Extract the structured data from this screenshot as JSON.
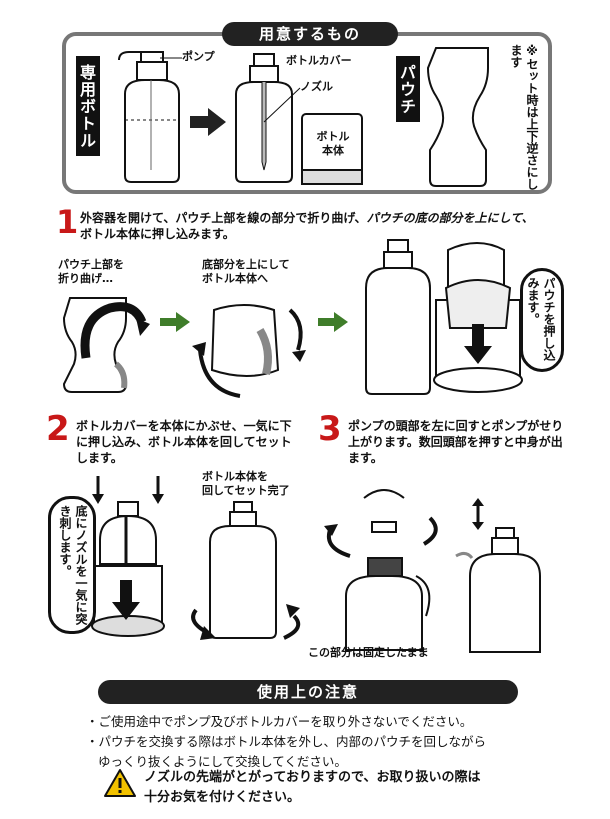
{
  "prep": {
    "title": "用意するもの",
    "bottle_label": "専用ボトル",
    "pump": "ポンプ",
    "bottle_cover": "ボトルカバー",
    "nozzle": "ノズル",
    "bottle_body": "ボトル\n本体",
    "pouch_label": "パウチ",
    "note": "※セット時は上下逆さにします"
  },
  "step1": {
    "num": "1",
    "text_a": "外容器を開けて、パウチ上部を線の部分で折り曲げ、",
    "text_b": "パウチの底の部分を上にして、",
    "text_c": "ボトル本体に押し込みます。",
    "sub1": "パウチ上部を\n折り曲げ…",
    "sub2": "底部分を上にして\nボトル本体へ",
    "sub3": "パウチを押し込みます。"
  },
  "step2": {
    "num": "2",
    "text": "ボトルカバーを本体にかぶせ、一気に下に押し込み、ボトル本体を回してセットします。",
    "callout": "底にノズルを一気に突き刺します。",
    "sub": "ボトル本体を\n回してセット完了"
  },
  "step3": {
    "num": "3",
    "text": "ポンプの頭部を左に回すとポンプがせり上がります。数回頭部を押すと中身が出ます。",
    "fixed": "この部分は固定したまま"
  },
  "caution": {
    "title": "使用上の注意",
    "item1": "・ご使用途中でポンプ及びボトルカバーを取り外さないでください。",
    "item2a": "・パウチを交換する際はボトル本体を外し、内部のパウチを回しながら",
    "item2b": "ゆっくり抜くようにして交換してください。",
    "warning_a": "ノズルの先端がとがっておりますので、お取り扱いの際は",
    "warning_b": "十分お気を付けください。"
  },
  "colors": {
    "accent_red": "#c81818",
    "arrow_green": "#3f7d2a",
    "dark": "#222222",
    "warning_yellow": "#f2c200"
  }
}
